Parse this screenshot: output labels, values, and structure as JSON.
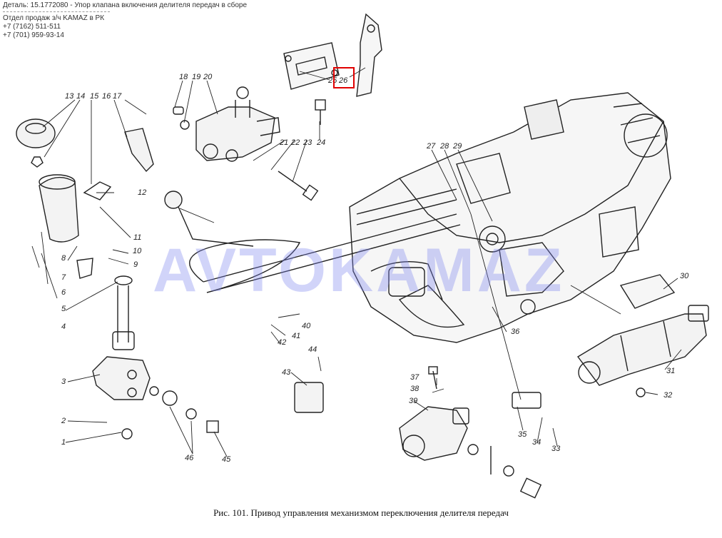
{
  "header": {
    "detail": "Деталь: 15.1772080 - Упор клапана включения делителя передач в сборе",
    "dept": "Отдел продаж з/ч KAMAZ в РК",
    "phone1": "+7 (7162) 511-511",
    "phone2": "+7 (701) 959-93-14"
  },
  "watermark": "AVTOKAMAZ",
  "caption": "Рис. 101. Привод управления механизмом переключения делителя передач",
  "highlight": {
    "part": "26",
    "color": "#e00000"
  },
  "part_labels": [
    "1",
    "2",
    "3",
    "4",
    "5",
    "6",
    "7",
    "8",
    "9",
    "10",
    "11",
    "12",
    "13",
    "14",
    "15",
    "16",
    "17",
    "18",
    "19",
    "20",
    "21",
    "22",
    "23",
    "24",
    "25",
    "26",
    "27",
    "28",
    "29",
    "30",
    "31",
    "32",
    "33",
    "34",
    "35",
    "36",
    "37",
    "38",
    "39",
    "40",
    "41",
    "42",
    "43",
    "44",
    "45",
    "46"
  ]
}
